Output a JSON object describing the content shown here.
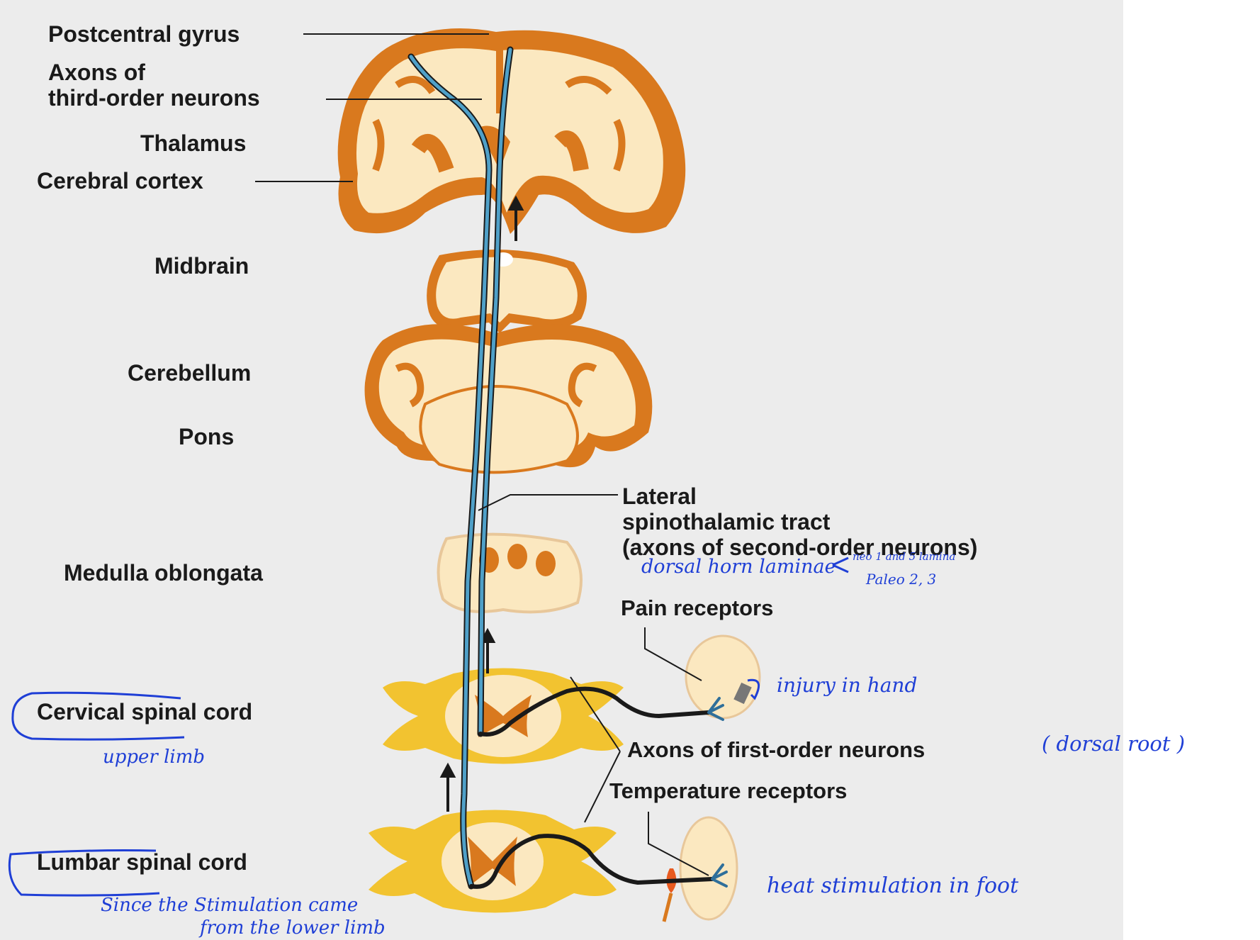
{
  "labels": {
    "postcentral_gyrus": "Postcentral gyrus",
    "axons_third_order_1": "Axons of",
    "axons_third_order_2": "third-order neurons",
    "thalamus": "Thalamus",
    "cerebral_cortex": "Cerebral cortex",
    "midbrain": "Midbrain",
    "cerebellum": "Cerebellum",
    "pons": "Pons",
    "lateral_tract_1": "Lateral",
    "lateral_tract_2": "spinothalamic tract",
    "lateral_tract_3": "(axons of second-order neurons)",
    "medulla": "Medulla oblongata",
    "pain_receptors": "Pain receptors",
    "cervical": "Cervical spinal cord",
    "axons_first_order": "Axons of first-order neurons",
    "temperature_receptors": "Temperature receptors",
    "lumbar": "Lumbar spinal cord"
  },
  "annotations": {
    "dorsal_horn": "dorsal horn laminae",
    "neo": "neo 1 and 5 lamina",
    "paleo": "Paleo 2, 3",
    "injury": "injury in hand",
    "dorsal_root": "( dorsal root )",
    "upper_limb": "upper limb",
    "heat": "heat stimulation in foot",
    "since_1": "Since the Stimulation came",
    "since_2": "from the lower limb"
  },
  "colors": {
    "panel_bg": "#ececec",
    "tissue_orange": "#d9791e",
    "tissue_cream": "#fbe8c0",
    "white_matter_yellow": "#f2c330",
    "tract_blue": "#2f6f9a",
    "ink_blue": "#1f3fd6"
  }
}
